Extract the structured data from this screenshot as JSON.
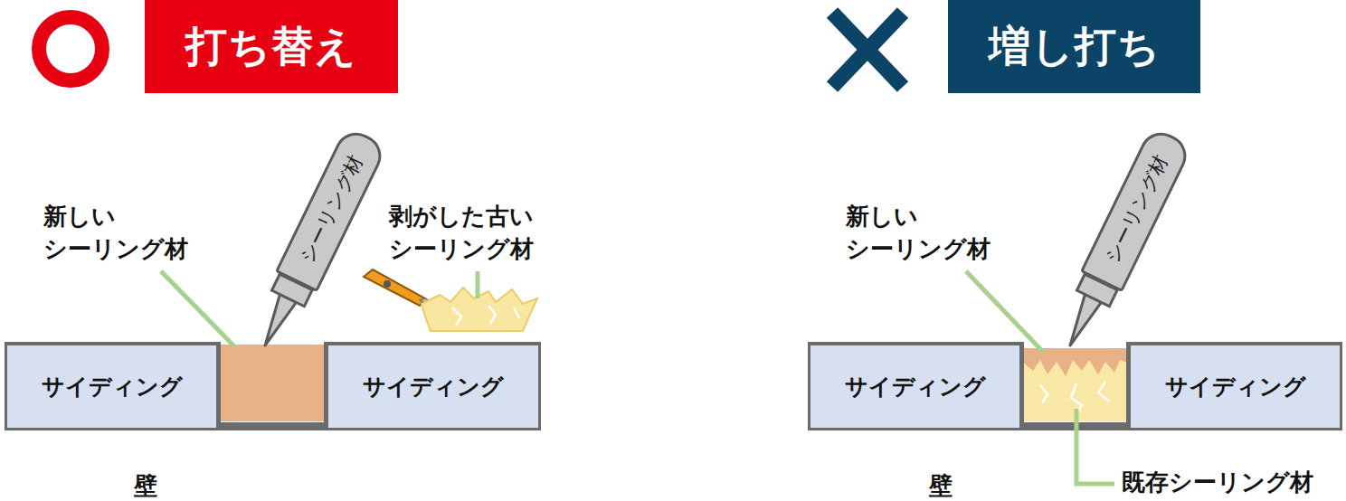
{
  "diagram": {
    "nodes": [
      {
        "text": [
          "打ち替え"
        ]
      },
      {
        "text": [
          "シーリング材"
        ]
      },
      {
        "text": [
          "サイディング"
        ]
      },
      {
        "text": [
          "サイディング"
        ]
      },
      {
        "text": [
          "増し打ち"
        ]
      },
      {
        "text": [
          "シーリング材"
        ]
      },
      {
        "text": [
          "サイディング"
        ]
      },
      {
        "text": [
          "サイディング"
        ]
      }
    ],
    "labels": [
      "新しい シーリング材",
      "剥がした古い シーリング材",
      "壁",
      "新しい シーリング材",
      "壁",
      "既存シーリング材"
    ]
  }
}
